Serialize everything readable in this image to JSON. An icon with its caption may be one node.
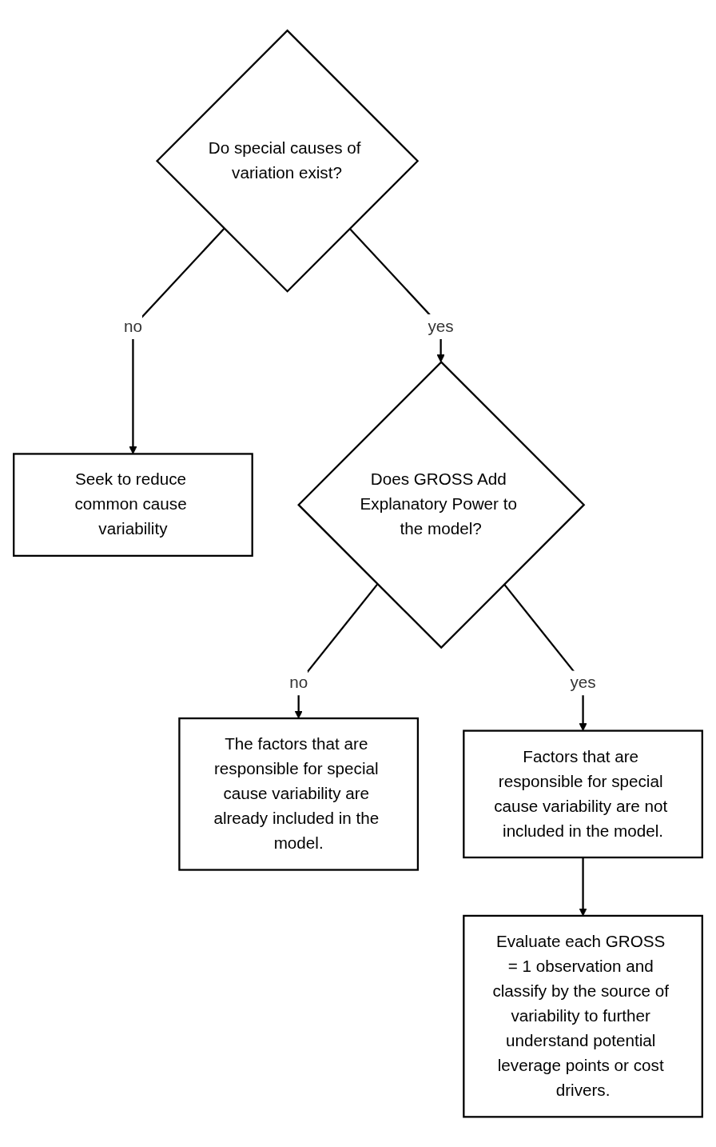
{
  "diagram": {
    "nodes": [
      {
        "text": [
          "Do special causes of variation exist?"
        ]
      },
      {
        "text": [
          "Seek to reduce common cause variability"
        ]
      },
      {
        "text": [
          "Does GROSS Add Explanatory Power to the model?"
        ]
      },
      {
        "text": [
          "The factors that are responsible for special cause variability are already included in the model."
        ]
      },
      {
        "text": [
          "Factors that are responsible for special cause variability are not included in the model."
        ]
      },
      {
        "text": [
          "Evaluate each GROSS = 1 observation and classify by the source of variability to further understand potential leverage points or cost drivers."
        ]
      }
    ],
    "edges": [
      {
        "from": 0,
        "to": 1,
        "arrow": "to",
        "label": "no"
      },
      {
        "from": 0,
        "to": 2,
        "arrow": "to",
        "label": "yes"
      },
      {
        "from": 2,
        "to": 3,
        "arrow": "to",
        "label": "no"
      },
      {
        "from": 2,
        "to": 4,
        "arrow": "to",
        "label": "yes"
      },
      {
        "from": 4,
        "to": 5,
        "arrow": "to"
      }
    ]
  }
}
